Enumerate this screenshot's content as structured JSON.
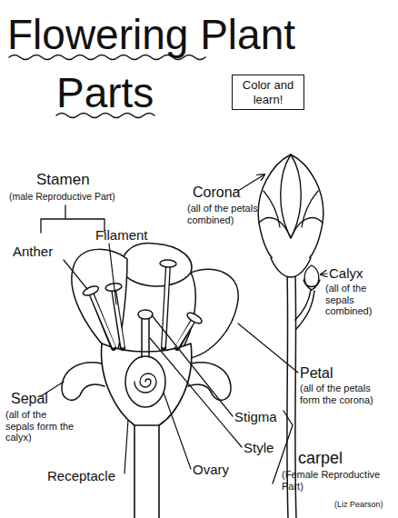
{
  "diagram": {
    "title": "Flowering Plant Parts",
    "nodes": [
      {
        "text": [
          "Color and learn!"
        ]
      }
    ],
    "labels": [
      "Stamen",
      "(male Reproductive Part)",
      "Filament",
      "Anther",
      "Corona",
      "(all of the petals combined)",
      "Calyx",
      "(all of the sepals combined)",
      "Petal",
      "(all of the petals form the corona)",
      "Sepal",
      "(all of the sepals form the calyx)",
      "Stigma",
      "Style",
      "carpel",
      "(Female Reproductive Part)",
      "Ovary",
      "Receptacle",
      "(Liz Pearson)"
    ]
  }
}
